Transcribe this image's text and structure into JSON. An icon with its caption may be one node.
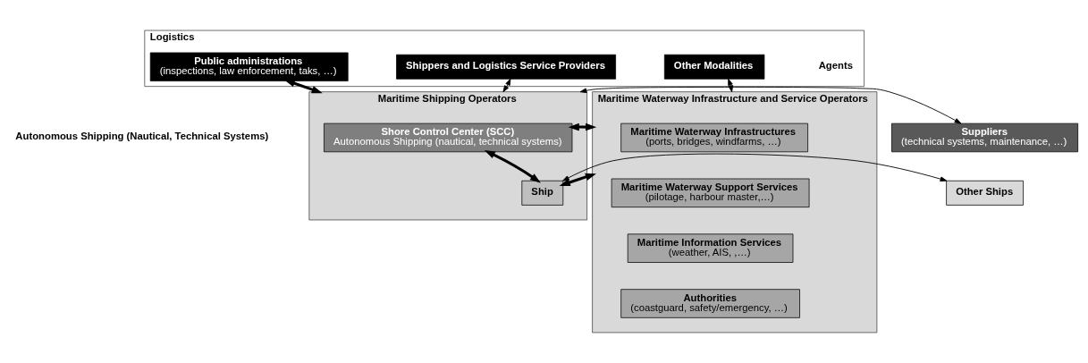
{
  "diagram": {
    "nodes": [
      {
        "text": [
          "Logistics"
        ]
      },
      {
        "text": [
          "Public administrations",
          "(inspections, law enforcement, taks, …)"
        ],
        "in": 0
      },
      {
        "text": [
          "Shippers and Logistics Service Providers"
        ],
        "in": 0
      },
      {
        "text": [
          "Other Modalities"
        ],
        "in": 0
      },
      {
        "text": [
          "Suppliers",
          "(technical systems, maintenance, …)"
        ]
      },
      {
        "text": [
          "Maritime Shipping Operators"
        ]
      },
      {
        "text": [
          "Shore Control Center (SCC)",
          "Autonomous Shipping (nautical, technical systems)"
        ],
        "in": 5
      },
      {
        "text": [
          "Ship"
        ],
        "in": 5
      },
      {
        "text": [
          "Other Ships"
        ]
      },
      {
        "text": [
          "Maritime Waterway Infrastructure and Service Operators"
        ]
      },
      {
        "text": [
          "Maritime Waterway Infrastructures",
          "(ports, bridges, windfarms, …)"
        ],
        "in": 9
      },
      {
        "text": [
          "Maritime Waterway Support Services",
          "(pilotage, harbour master,…)"
        ],
        "in": 9
      },
      {
        "text": [
          "Maritime Information Services",
          "(weather, AIS, ,…)"
        ],
        "in": 9
      },
      {
        "text": [
          "Authorities",
          "(coastguard, safety/emergency, …)"
        ],
        "in": 9
      }
    ],
    "edges": [
      {
        "from": 1,
        "to": 5,
        "arrow": "both",
        "style": "thick"
      },
      {
        "from": 2,
        "to": 5,
        "arrow": "both"
      },
      {
        "from": 3,
        "to": 9,
        "arrow": "both"
      },
      {
        "from": 4,
        "to": 5,
        "arrow": "both"
      },
      {
        "from": 6,
        "to": 7,
        "arrow": "both",
        "style": "thick"
      },
      {
        "from": 6,
        "to": 9,
        "arrow": "both",
        "style": "thick"
      },
      {
        "from": 8,
        "to": 7,
        "arrow": "both"
      },
      {
        "from": 7,
        "to": 9,
        "arrow": "both",
        "style": "thick"
      }
    ],
    "labels": [
      "Agents",
      "Autonomous Shipping (Nautical, Technical Systems)"
    ]
  }
}
